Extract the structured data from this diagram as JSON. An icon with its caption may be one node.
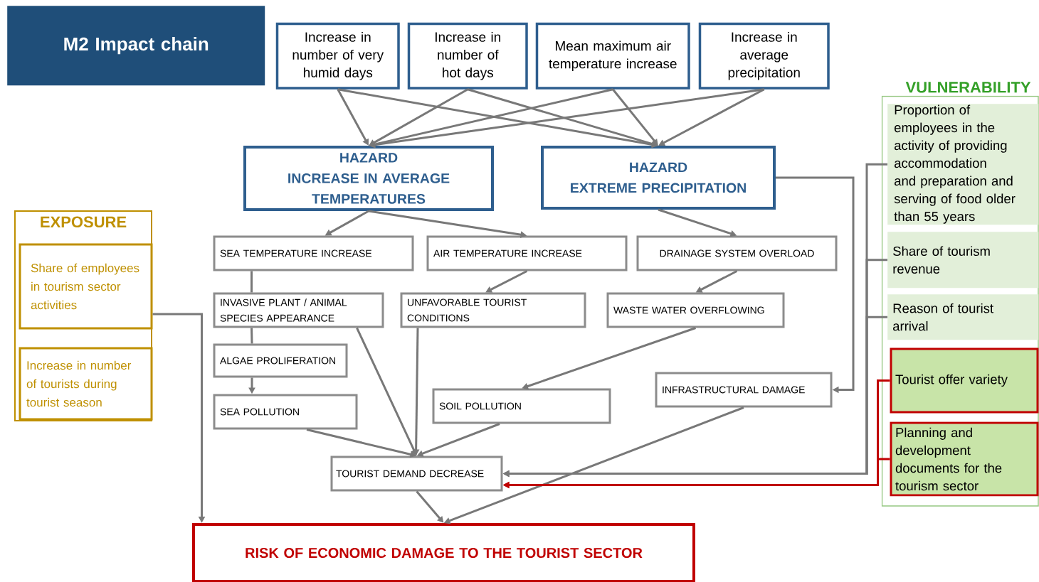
{
  "diagram": {
    "nodes": [
      {
        "text": [
          "M2 Impact chain"
        ]
      },
      {
        "text": [
          "Increase in number of very humid days"
        ]
      },
      {
        "text": [
          "Increase in number of hot days"
        ]
      },
      {
        "text": [
          "Mean maximum air temperature increase"
        ]
      },
      {
        "text": [
          "Increase in average precipitation"
        ]
      },
      {
        "text": [
          "HAZARD",
          "INCREASE IN AVERAGE TEMPERATURES"
        ]
      },
      {
        "text": [
          "HAZARD",
          "EXTREME PRECIPITATION"
        ]
      },
      {
        "text": [
          "EXPOSURE"
        ]
      },
      {
        "text": [
          "Share of employees in tourism sector activities"
        ],
        "in": 7
      },
      {
        "text": [
          "Increase in number of tourists during tourist season"
        ],
        "in": 7
      },
      {
        "text": [
          "SEA TEMPERATURE INCREASE"
        ]
      },
      {
        "text": [
          "AIR TEMPERATURE INCREASE"
        ]
      },
      {
        "text": [
          "DRAINAGE SYSTEM OVERLOAD"
        ]
      },
      {
        "text": [
          "INVASIVE PLANT / ANIMAL SPECIES APPEARANCE"
        ]
      },
      {
        "text": [
          "UNFAVORABLE TOURIST CONDITIONS"
        ]
      },
      {
        "text": [
          "WASTE WATER OVERFLOWING"
        ]
      },
      {
        "text": [
          "ALGAE PROLIFERATION"
        ]
      },
      {
        "text": [
          "SEA POLLUTION"
        ]
      },
      {
        "text": [
          "SOIL POLLUTION"
        ]
      },
      {
        "text": [
          "INFRASTRUCTURAL DAMAGE"
        ]
      },
      {
        "text": [
          "TOURIST DEMAND DECREASE"
        ]
      },
      {
        "text": [
          "RISK OF ECONOMIC DAMAGE TO THE TOURIST SECTOR"
        ]
      },
      {
        "text": [
          "VULNERABILITY"
        ]
      },
      {
        "text": [
          "Proportion of employees in the activity of providing accommodation and preparation and serving of food older than 55 years"
        ],
        "in": 22
      },
      {
        "text": [
          "Share of tourism revenue"
        ],
        "in": 22
      },
      {
        "text": [
          "Reason of tourist arrival"
        ],
        "in": 22
      },
      {
        "text": [
          "Tourist offer variety"
        ],
        "in": 22
      },
      {
        "text": [
          "Planning and development documents for the tourism sector"
        ],
        "in": 22
      }
    ],
    "edges": [
      {
        "from": 1,
        "to": 5,
        "arrow": "to"
      },
      {
        "from": 1,
        "to": 6,
        "arrow": "to"
      },
      {
        "from": 2,
        "to": 5,
        "arrow": "to"
      },
      {
        "from": 2,
        "to": 6,
        "arrow": "to"
      },
      {
        "from": 3,
        "to": 5,
        "arrow": "to"
      },
      {
        "from": 3,
        "to": 6,
        "arrow": "to"
      },
      {
        "from": 4,
        "to": 5,
        "arrow": "to"
      },
      {
        "from": 4,
        "to": 6,
        "arrow": "to"
      },
      {
        "from": 5,
        "to": 10,
        "arrow": "to"
      },
      {
        "from": 5,
        "to": 11,
        "arrow": "to"
      },
      {
        "from": 6,
        "to": 12,
        "arrow": "to"
      },
      {
        "from": 10,
        "to": 13,
        "arrow": "none"
      },
      {
        "from": 13,
        "to": 16,
        "arrow": "none"
      },
      {
        "from": 16,
        "to": 17,
        "arrow": "to"
      },
      {
        "from": 11,
        "to": 14,
        "arrow": "to"
      },
      {
        "from": 12,
        "to": 15,
        "arrow": "to"
      },
      {
        "from": 15,
        "to": 18,
        "arrow": "to"
      },
      {
        "from": 6,
        "to": 19,
        "arrow": "to"
      },
      {
        "from": 13,
        "to": 20,
        "arrow": "to"
      },
      {
        "from": 14,
        "to": 20,
        "arrow": "to"
      },
      {
        "from": 17,
        "to": 20,
        "arrow": "to"
      },
      {
        "from": 18,
        "to": 20,
        "arrow": "to"
      },
      {
        "from": 19,
        "to": 21,
        "arrow": "to"
      },
      {
        "from": 20,
        "to": 21,
        "arrow": "to"
      },
      {
        "from": 8,
        "to": 21,
        "arrow": "to"
      },
      {
        "from": 23,
        "to": 20,
        "arrow": "to"
      },
      {
        "from": 24,
        "to": 20,
        "arrow": "to"
      },
      {
        "from": 25,
        "to": 20,
        "arrow": "to"
      },
      {
        "from": 26,
        "to": 20,
        "arrow": "to",
        "color": "#c00000"
      },
      {
        "from": 27,
        "to": 20,
        "arrow": "to",
        "color": "#c00000"
      }
    ]
  }
}
